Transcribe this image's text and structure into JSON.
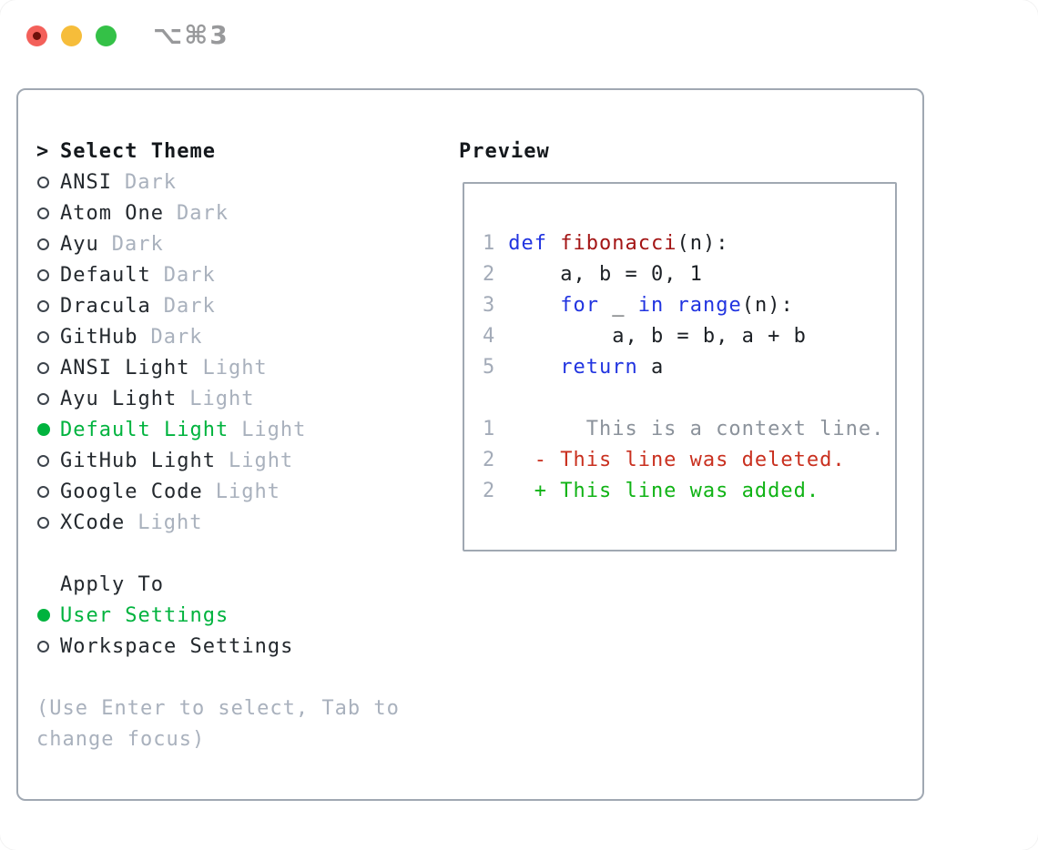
{
  "window": {
    "title": "⌥⌘3"
  },
  "colors": {
    "selection_green": "#00b33e",
    "keyword_blue": "#2134e0",
    "function_red": "#a31515",
    "deleted_red": "#c9301f",
    "added_green": "#10b315",
    "muted_gray": "#a9b1bd",
    "context_gray": "#8b929b",
    "text_dark": "#24292e",
    "border_gray": "#a0a8b2",
    "traffic_red": "#f3605a",
    "traffic_yellow": "#f6bd3a",
    "traffic_green": "#34c147",
    "title_gray": "#98999b"
  },
  "theme_panel": {
    "prompt": ">",
    "title": "Select Theme",
    "items": [
      {
        "name": "ANSI",
        "variant": "Dark",
        "selected": false
      },
      {
        "name": "Atom One",
        "variant": "Dark",
        "selected": false
      },
      {
        "name": "Ayu",
        "variant": "Dark",
        "selected": false
      },
      {
        "name": "Default",
        "variant": "Dark",
        "selected": false
      },
      {
        "name": "Dracula",
        "variant": "Dark",
        "selected": false
      },
      {
        "name": "GitHub",
        "variant": "Dark",
        "selected": false
      },
      {
        "name": "ANSI Light",
        "variant": "Light",
        "selected": false
      },
      {
        "name": "Ayu Light",
        "variant": "Light",
        "selected": false
      },
      {
        "name": "Default Light",
        "variant": "Light",
        "selected": true
      },
      {
        "name": "GitHub Light",
        "variant": "Light",
        "selected": false
      },
      {
        "name": "Google Code",
        "variant": "Light",
        "selected": false
      },
      {
        "name": "XCode",
        "variant": "Light",
        "selected": false
      }
    ],
    "apply_to": {
      "title": "Apply To",
      "options": [
        {
          "label": "User Settings",
          "selected": true
        },
        {
          "label": "Workspace Settings",
          "selected": false
        }
      ]
    },
    "help_lines": [
      "(Use Enter to select, Tab to",
      "change focus)"
    ]
  },
  "preview_panel": {
    "title": "Preview",
    "code": {
      "lines": [
        {
          "num": "1",
          "tokens": [
            {
              "text": " ",
              "style": "plain"
            },
            {
              "text": "def ",
              "style": "keyword"
            },
            {
              "text": "fibonacci",
              "style": "function"
            },
            {
              "text": "(n):",
              "style": "plain"
            }
          ]
        },
        {
          "num": "2",
          "tokens": [
            {
              "text": "     a, b = 0, 1",
              "style": "plain"
            }
          ]
        },
        {
          "num": "3",
          "tokens": [
            {
              "text": "     ",
              "style": "plain"
            },
            {
              "text": "for",
              "style": "keyword"
            },
            {
              "text": " _ ",
              "style": "plain"
            },
            {
              "text": "in",
              "style": "keyword"
            },
            {
              "text": " ",
              "style": "plain"
            },
            {
              "text": "range",
              "style": "keyword"
            },
            {
              "text": "(n):",
              "style": "plain"
            }
          ]
        },
        {
          "num": "4",
          "tokens": [
            {
              "text": "         a, b = b, a + b",
              "style": "plain"
            }
          ]
        },
        {
          "num": "5",
          "tokens": [
            {
              "text": "     ",
              "style": "plain"
            },
            {
              "text": "return",
              "style": "keyword"
            },
            {
              "text": " a",
              "style": "plain"
            }
          ]
        }
      ]
    },
    "diff": {
      "lines": [
        {
          "num": "1",
          "text": "       This is a context line.",
          "kind": "context"
        },
        {
          "num": "2",
          "text": "   - This line was deleted.",
          "kind": "deleted"
        },
        {
          "num": "2",
          "text": "   + This line was added.",
          "kind": "added"
        }
      ]
    }
  }
}
